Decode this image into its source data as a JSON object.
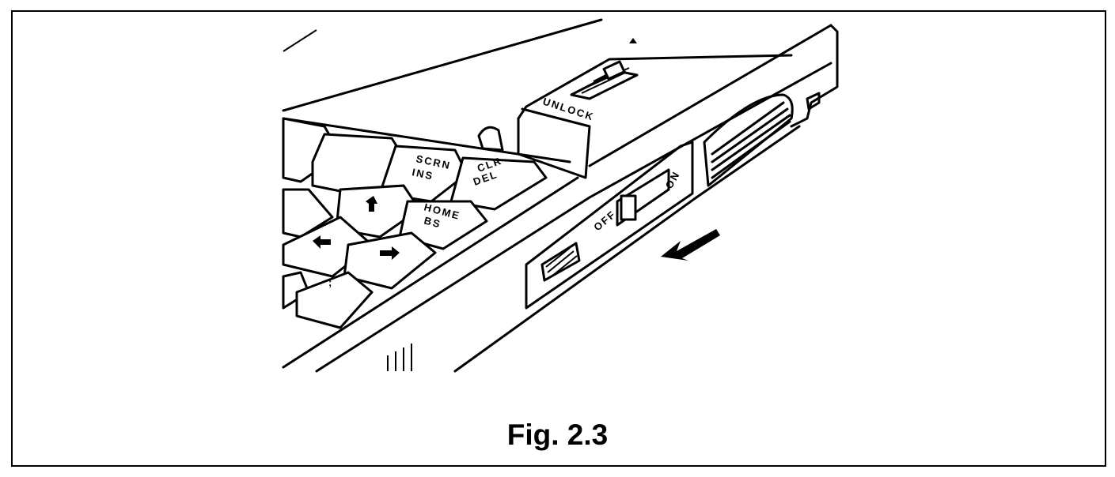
{
  "figure": {
    "caption": "Fig. 2.3",
    "labels": {
      "unlock": "UNLOCK",
      "scrn": "SCRN",
      "ins": "INS",
      "clr": "CLR",
      "del": "DEL",
      "home": "HOME",
      "bs": "BS",
      "off": "OFF",
      "on": "ON"
    }
  }
}
